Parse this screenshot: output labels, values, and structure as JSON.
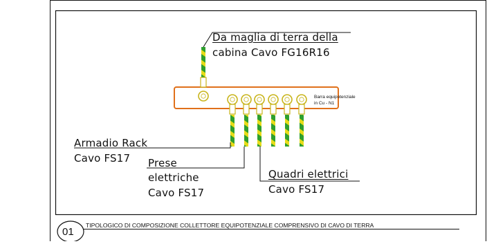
{
  "diagram": {
    "source_label_line1": "Da maglia di terra della",
    "source_label_line2": "cabina Cavo FG16R16",
    "bar_label_line1": "Barra equipotenziale",
    "bar_label_line2": "in Cu - N1",
    "rack_label_line1": "Armadio Rack",
    "rack_label_line2": "Cavo FS17",
    "prese_label_line1": "Prese",
    "prese_label_line2": "elettriche",
    "prese_label_line3": "Cavo FS17",
    "quadri_label_line1": "Quadri elettrici",
    "quadri_label_line2": "Cavo FS17",
    "detail_number": "01",
    "detail_title": "TIPOLOGICO DI COMPOSIZIONE COLLETTORE EQUIPOTENZIALE COMPRENSIVO DI CAVO DI TERRA",
    "colors": {
      "bar_outline": "#e0701a",
      "cable_green": "#2ea02e",
      "cable_yellow": "#e8dc1a",
      "lug_outline": "#c8b41a",
      "frame": "#111111"
    }
  }
}
